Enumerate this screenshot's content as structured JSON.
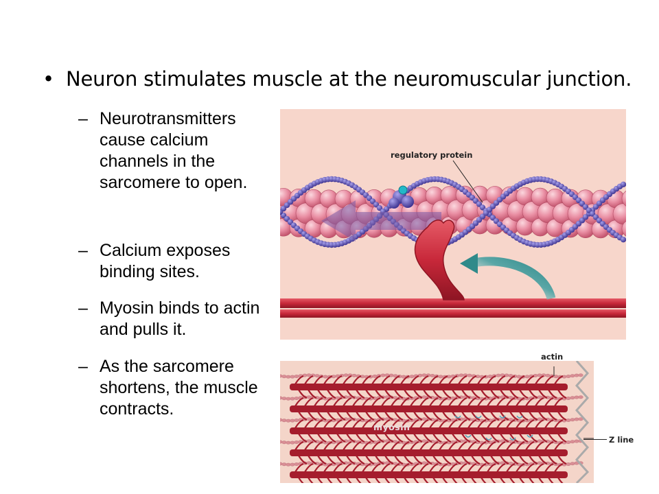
{
  "heading": {
    "bullet": "•",
    "text": "Neuron stimulates muscle at the neuromuscular junction."
  },
  "subpoints": [
    {
      "dash": "–",
      "text": "Neurotransmitters cause calcium channels in the sarcomere to open."
    },
    {
      "dash": "–",
      "text": "Calcium exposes binding sites."
    },
    {
      "dash": "–",
      "text": "Myosin binds to actin and pulls it."
    },
    {
      "dash": "–",
      "text": "As the sarcomere shortens, the muscle contracts."
    }
  ],
  "figure_top": {
    "label_regulatory_protein": "regulatory protein",
    "colors": {
      "background": "#f7d6cb",
      "actin": "#e98ea3",
      "tropomyosin": "#5b4fb8",
      "myosin": "#c8283a",
      "arrow": "#2f8a8a"
    }
  },
  "figure_bottom": {
    "label_actin": "actin",
    "label_myosin": "myosin",
    "label_z_line": "Z line",
    "colors": {
      "background": "#f4d5c9",
      "thick_filament": "#a51d2d"
    }
  }
}
